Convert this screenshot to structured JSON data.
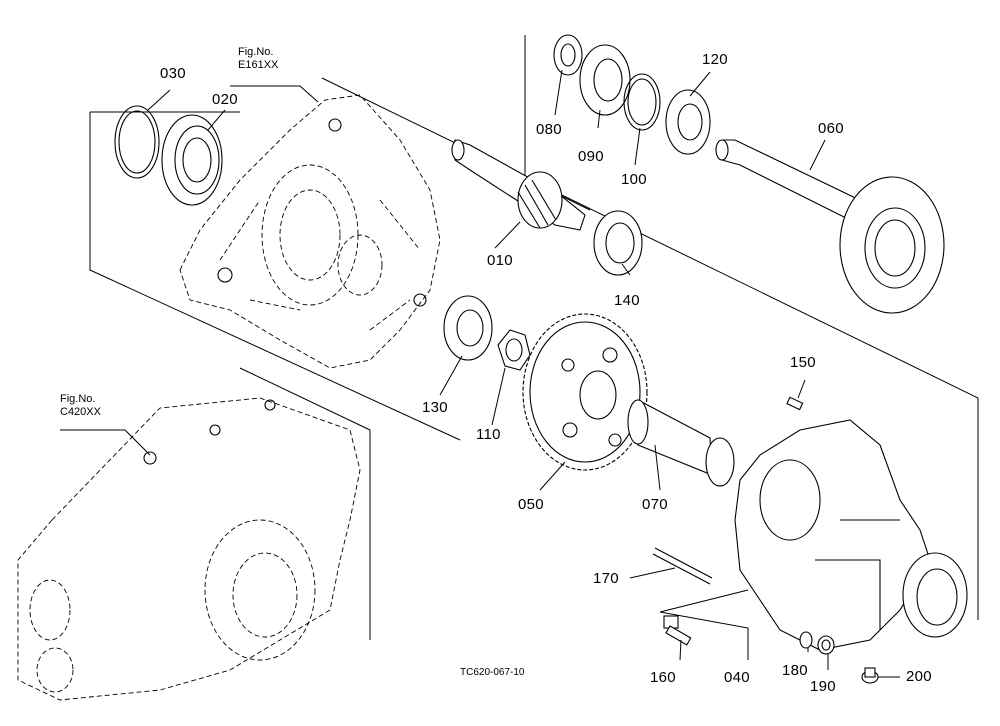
{
  "figure_refs": [
    {
      "title": "Fig.No.",
      "code": "E161XX"
    },
    {
      "title": "Fig.No.",
      "code": "C420XX"
    }
  ],
  "parts": [
    "010",
    "020",
    "030",
    "040",
    "050",
    "060",
    "070",
    "080",
    "090",
    "100",
    "110",
    "120",
    "130",
    "140",
    "150",
    "160",
    "170",
    "180",
    "190",
    "200"
  ],
  "drawing_code": "TC620-067-10"
}
